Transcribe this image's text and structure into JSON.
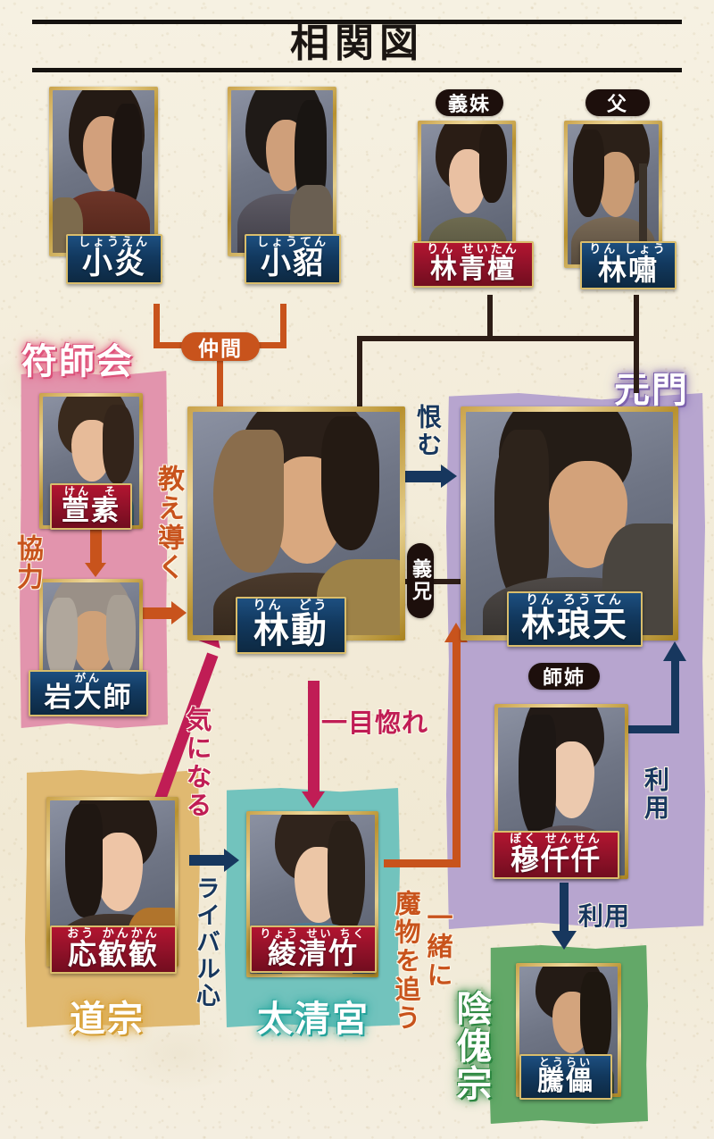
{
  "header": {
    "title": "相関図"
  },
  "groups": [
    {
      "id": "fushikai",
      "label": "符師会",
      "color": "#e294ad"
    },
    {
      "id": "genmon",
      "label": "元門",
      "color": "#b7a5cf"
    },
    {
      "id": "doushuu",
      "label": "道宗",
      "color": "#e0b971"
    },
    {
      "id": "taiseikyu",
      "label": "太清宮",
      "color": "#72c3bd"
    },
    {
      "id": "inkaishu",
      "label": "陰傀宗",
      "color": "#63a868"
    }
  ],
  "characters": [
    {
      "id": "shouen",
      "furigana": "しょうえん",
      "name": "小炎",
      "plate": "blue"
    },
    {
      "id": "shouten",
      "furigana": "しょうてん",
      "name": "小貂",
      "plate": "blue"
    },
    {
      "id": "rinseitan",
      "furigana": "りん せいたん",
      "name": "林青檀",
      "plate": "red"
    },
    {
      "id": "rinshou",
      "furigana": "りん しょう",
      "name": "林嘯",
      "plate": "blue"
    },
    {
      "id": "kenso",
      "furigana": "けん　そ",
      "name": "萱素",
      "plate": "red"
    },
    {
      "id": "gandaishi",
      "furigana": "がん",
      "name": "岩大師",
      "plate": "blue"
    },
    {
      "id": "rindou",
      "furigana": "りん　どう",
      "name": "林動",
      "plate": "blue"
    },
    {
      "id": "rinrouten",
      "furigana": "りん ろうてん",
      "name": "林琅天",
      "plate": "blue"
    },
    {
      "id": "bokusensen",
      "furigana": "ぼく せんせん",
      "name": "穆仟仟",
      "plate": "red"
    },
    {
      "id": "oukankan",
      "furigana": "おう かんかん",
      "name": "応歓歓",
      "plate": "red"
    },
    {
      "id": "ryouseichiku",
      "furigana": "りょう せい ちく",
      "name": "綾清竹",
      "plate": "red"
    },
    {
      "id": "tourai",
      "furigana": "とうらい",
      "name": "騰儡",
      "plate": "blue"
    }
  ],
  "badges": [
    {
      "id": "gimai",
      "text": "義妹",
      "style": "dark"
    },
    {
      "id": "chichi",
      "text": "父",
      "style": "dark"
    },
    {
      "id": "nakama",
      "text": "仲間",
      "style": "orange"
    },
    {
      "id": "gikei",
      "text": "義兄",
      "style": "dark"
    },
    {
      "id": "shishi",
      "text": "師姉",
      "style": "dark"
    }
  ],
  "relations": [
    {
      "id": "oshieMichibiku",
      "text": "教え導く",
      "color": "#c8531c"
    },
    {
      "id": "kyouryoku",
      "text": "協力",
      "color": "#c8531c"
    },
    {
      "id": "uramu",
      "text": "恨む",
      "color": "#17375e"
    },
    {
      "id": "kininaru",
      "text": "気になる",
      "color": "#c01d55"
    },
    {
      "id": "hitomebore",
      "text": "一目惚れ",
      "color": "#c01d55"
    },
    {
      "id": "rivalshin",
      "text": "ライバル心",
      "color": "#17375e"
    },
    {
      "id": "riyou1",
      "text": "利用",
      "color": "#17375e"
    },
    {
      "id": "riyou2",
      "text": "利用",
      "color": "#17375e"
    },
    {
      "id": "issho",
      "text": "一緒に",
      "color": "#c8531c"
    },
    {
      "id": "mamono",
      "text": "魔物を追う",
      "color": "#c8531c"
    }
  ]
}
